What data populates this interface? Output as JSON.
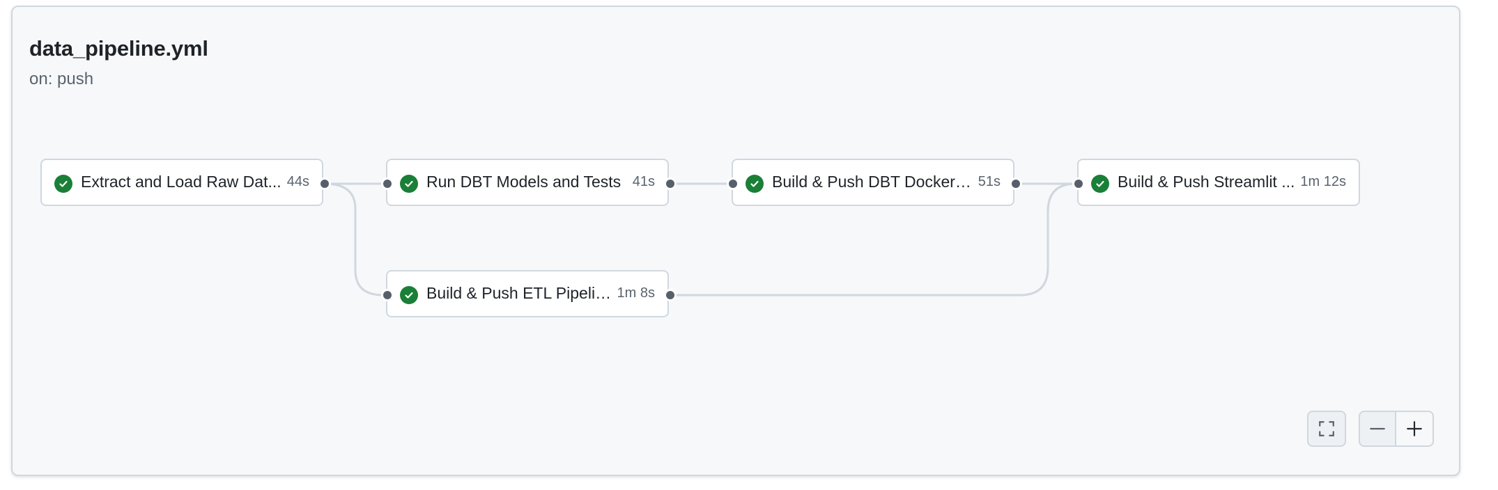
{
  "workflow": {
    "title": "data_pipeline.yml",
    "trigger": "on: push"
  },
  "jobs": [
    {
      "name": "Extract and Load Raw Dat...",
      "duration": "44s",
      "status": "success"
    },
    {
      "name": "Run DBT Models and Tests",
      "duration": "41s",
      "status": "success"
    },
    {
      "name": "Build & Push DBT Docker I...",
      "duration": "51s",
      "status": "success"
    },
    {
      "name": "Build & Push Streamlit ...",
      "duration": "1m 12s",
      "status": "success"
    },
    {
      "name": "Build & Push ETL Pipelin...",
      "duration": "1m 8s",
      "status": "success"
    }
  ],
  "controls": {
    "fullscreen_icon": "fullscreen-icon",
    "zoom_out_icon": "minus-icon",
    "zoom_in_icon": "plus-icon"
  },
  "colors": {
    "success": "#1a7f37",
    "connector": "#57606a",
    "edge": "#d0d7de",
    "card_bg": "#f6f8fa"
  }
}
